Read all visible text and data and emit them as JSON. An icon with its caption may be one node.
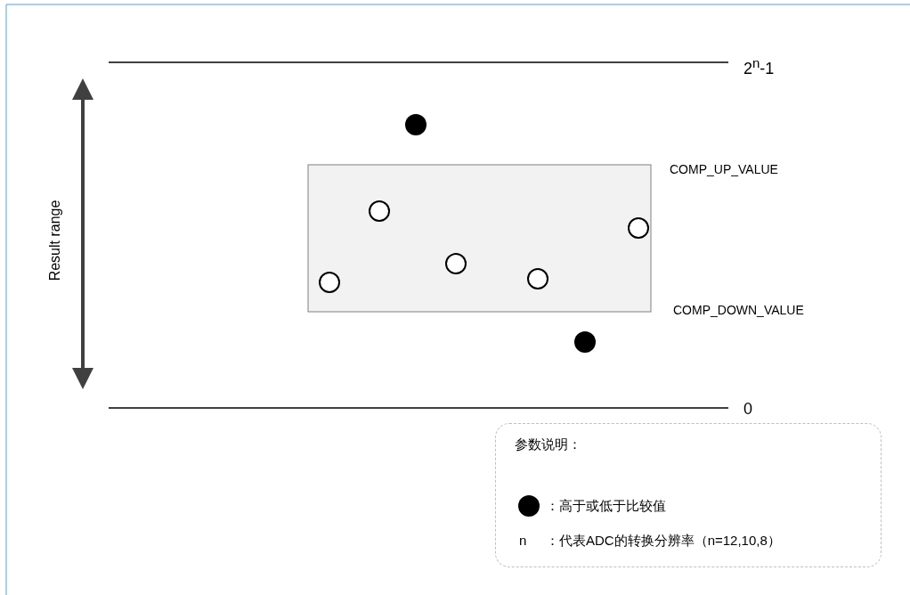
{
  "diagram": {
    "nodes": [
      {
        "text": [
          "参数说明：",
          "：高于或低于比较值",
          "n",
          "：代表ADC的转换分辨率（n=12,10,8）"
        ]
      }
    ],
    "edges": [],
    "labels": [
      "2$^{n}$-1",
      "COMP_UP_VALUE",
      "COMP_DOWN_VALUE",
      "0",
      "Result range"
    ]
  }
}
